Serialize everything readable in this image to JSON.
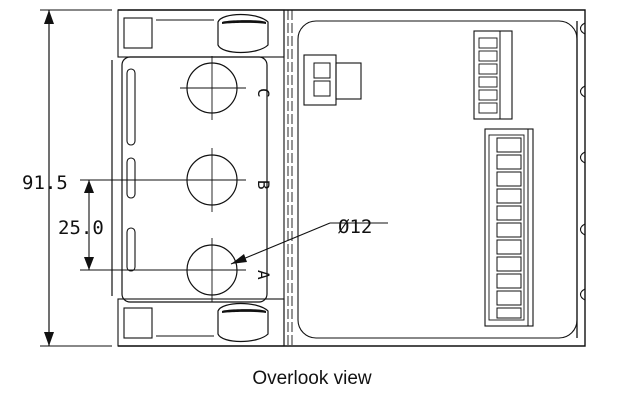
{
  "diagram": {
    "caption": "Overlook view",
    "dimensions": {
      "overall_height": "91.5",
      "hole_pitch": "25.0",
      "hole_diameter": "Ø12"
    },
    "hole_labels": [
      "C",
      "B",
      "A"
    ],
    "colors": {
      "line": "#111111",
      "background": "#ffffff"
    }
  }
}
